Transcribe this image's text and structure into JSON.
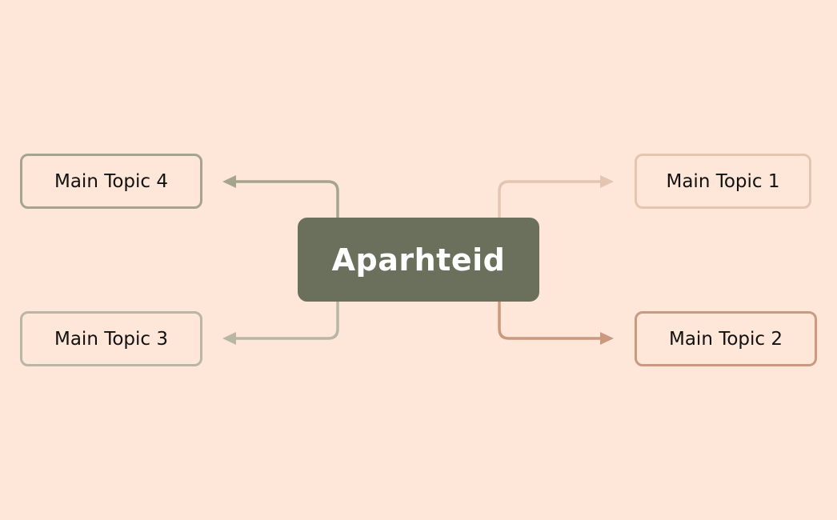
{
  "diagram": {
    "type": "mind-map",
    "background_color": "#fee6d8",
    "central_topic": {
      "label": "Aparhteid",
      "fill_color": "#6b705c",
      "text_color": "#ffffff"
    },
    "topics": [
      {
        "id": "topic-1",
        "label": "Main Topic 1",
        "side": "right",
        "position": "top",
        "color": "#e3c5b1"
      },
      {
        "id": "topic-2",
        "label": "Main Topic 2",
        "side": "right",
        "position": "bottom",
        "color": "#cb997e"
      },
      {
        "id": "topic-3",
        "label": "Main Topic 3",
        "side": "left",
        "position": "bottom",
        "color": "#b7b7a4"
      },
      {
        "id": "topic-4",
        "label": "Main Topic 4",
        "side": "left",
        "position": "top",
        "color": "#a5a58d"
      }
    ],
    "connectors": [
      {
        "from": "central",
        "to": "topic-1",
        "color": "#e3c5b1",
        "arrow": "arrow-right-icon"
      },
      {
        "from": "central",
        "to": "topic-2",
        "color": "#cb997e",
        "arrow": "arrow-right-icon"
      },
      {
        "from": "central",
        "to": "topic-3",
        "color": "#b7b7a4",
        "arrow": "arrow-left-icon"
      },
      {
        "from": "central",
        "to": "topic-4",
        "color": "#a5a58d",
        "arrow": "arrow-left-icon"
      }
    ]
  }
}
